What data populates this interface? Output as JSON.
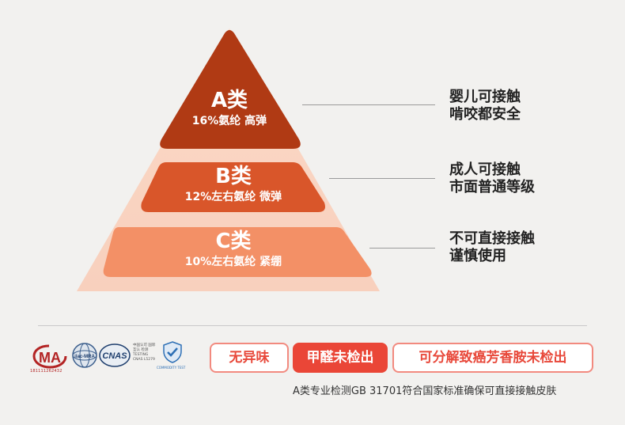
{
  "tiers": [
    {
      "grade": "A类",
      "desc": "16%氨纶 高弹",
      "note_line1": "婴儿可接触",
      "note_line2": "啃咬都安全",
      "color": "#b03a14"
    },
    {
      "grade": "B类",
      "desc": "12%左右氨纶 微弹",
      "note_line1": "成人可接触",
      "note_line2": "市面普通等级",
      "color": "#d9562a"
    },
    {
      "grade": "C类",
      "desc": "10%左右氨纶 紧绷",
      "note_line1": "不可直接接触",
      "note_line2": "谨慎使用",
      "color": "#f39066"
    }
  ],
  "certifications": {
    "ma_label": "MA",
    "ma_number": "181111262432",
    "ilac_label": "ilac-MRA",
    "cnas_label": "CNAS",
    "cert_mark_text": "中国认可 国际互认 检测 TESTING CNAS L5279",
    "check_label": "COMMODITY TEST"
  },
  "badges": {
    "no_odor": "无异味",
    "no_formaldehyde": "甲醛未检出",
    "no_amines": "可分解致癌芳香胺未检出"
  },
  "footnote": "A类专业检测GB 31701符合国家标准确保可直接接触皮肤",
  "colors": {
    "accent": "#ea4637",
    "background": "#f2f1ef"
  }
}
